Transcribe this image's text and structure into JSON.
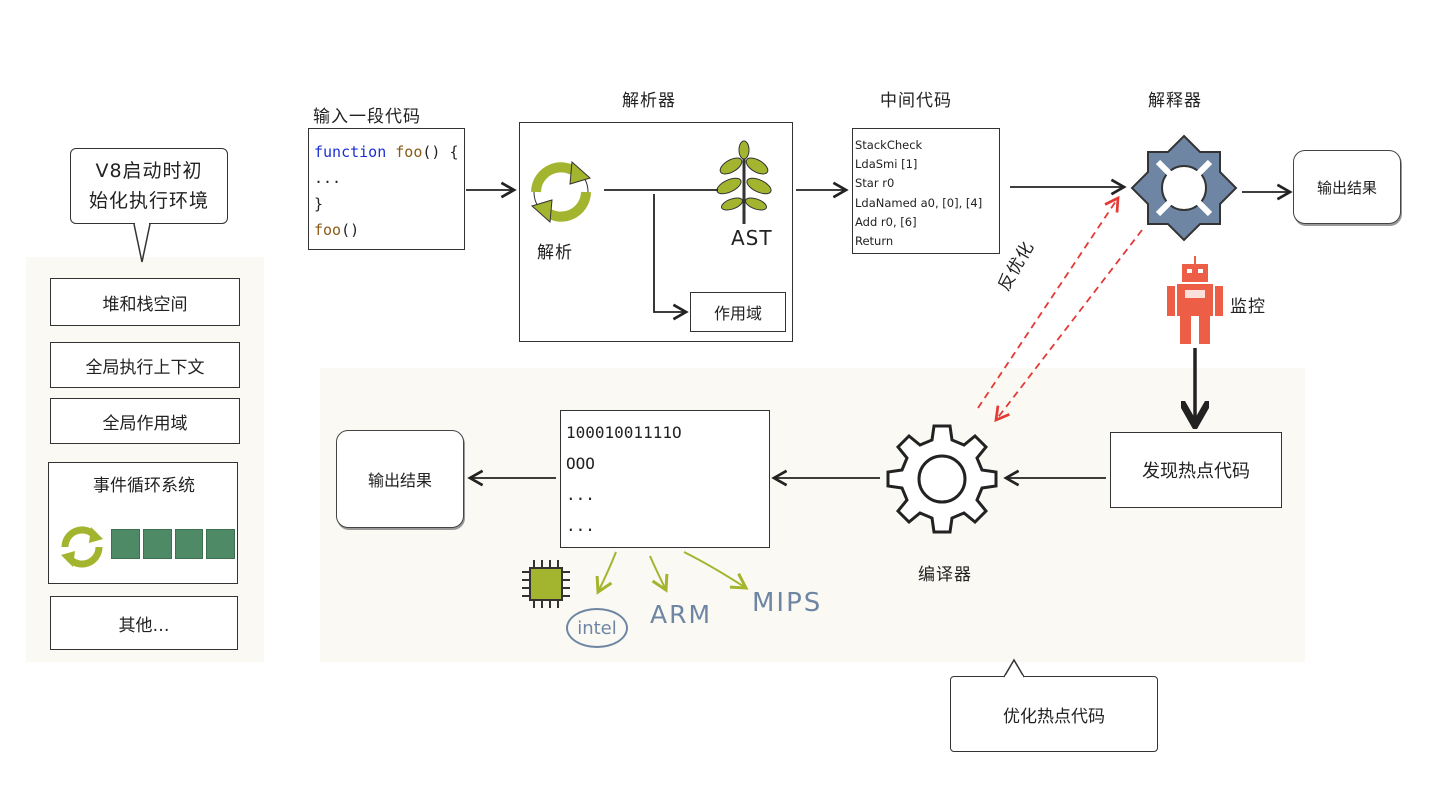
{
  "speech_bubble": {
    "line1": "V8启动时初",
    "line2": "始化执行环境"
  },
  "environment": {
    "heap_stack": "堆和栈空间",
    "global_context": "全局执行上下文",
    "global_scope": "全局作用域",
    "event_loop": "事件循环系统",
    "others": "其他…"
  },
  "input": {
    "title": "输入一段代码",
    "code": [
      {
        "kw": "function",
        "name": "foo",
        "rest": "() {"
      },
      {
        "text": "..."
      },
      {
        "text": "}"
      },
      {
        "name": "foo",
        "rest": "()"
      }
    ]
  },
  "parser": {
    "title": "解析器",
    "parse_label": "解析",
    "ast_label": "AST",
    "scope_label": "作用域"
  },
  "bytecode": {
    "title": "中间代码",
    "lines": [
      "StackCheck",
      "LdaSmi [1]",
      "Star r0",
      "LdaNamed a0, [0], [4]",
      "Add r0, [6]",
      "Return"
    ]
  },
  "interpreter": {
    "title": "解释器",
    "output_label": "输出结果",
    "monitor_label": "监控"
  },
  "deopt_label": "反优化",
  "hot_code_label": "发现热点代码",
  "compiler": {
    "title": "编译器"
  },
  "machine_code": {
    "lines": [
      "10001001111O",
      "OOO",
      "...",
      "..."
    ]
  },
  "compiler_output_label": "输出结果",
  "architectures": [
    "intel",
    "ARM",
    "MIPS"
  ],
  "optimize_bubble": "优化热点代码",
  "colors": {
    "accent_green": "#a3b52e",
    "gear_blue": "#6e86a4",
    "robot_red": "#ec5e45",
    "deopt_red": "#e53935",
    "ir_blue": "#1b2fd4",
    "fn_brown": "#8b5a14"
  }
}
